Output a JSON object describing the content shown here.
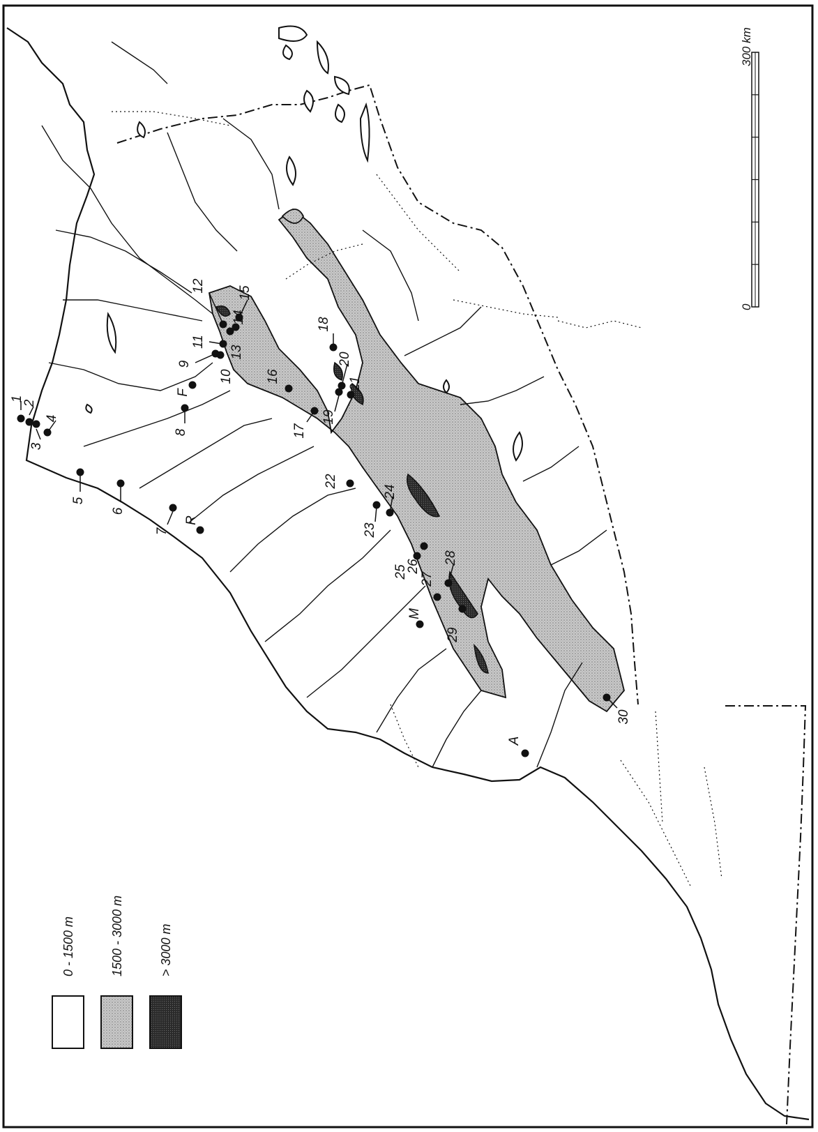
{
  "legend": {
    "items": [
      {
        "label": "0 - 1500 m",
        "fill": "lowland"
      },
      {
        "label": "1500 - 3000 m",
        "fill": "highland"
      },
      {
        "label": "> 3000 m",
        "fill": "peak"
      }
    ]
  },
  "scale_bar": {
    "zero_label": "0",
    "max_label": "300 km"
  },
  "sites": [
    {
      "id": "1",
      "label": "1"
    },
    {
      "id": "2",
      "label": "2"
    },
    {
      "id": "3",
      "label": "3"
    },
    {
      "id": "4",
      "label": "4"
    },
    {
      "id": "5",
      "label": "5"
    },
    {
      "id": "6",
      "label": "6"
    },
    {
      "id": "7",
      "label": "7"
    },
    {
      "id": "R",
      "label": "R"
    },
    {
      "id": "8",
      "label": "8"
    },
    {
      "id": "F",
      "label": "F"
    },
    {
      "id": "9",
      "label": "9"
    },
    {
      "id": "10",
      "label": "10"
    },
    {
      "id": "11",
      "label": "11"
    },
    {
      "id": "12",
      "label": "12"
    },
    {
      "id": "13",
      "label": "13"
    },
    {
      "id": "14",
      "label": "14"
    },
    {
      "id": "15",
      "label": "15"
    },
    {
      "id": "16",
      "label": "16"
    },
    {
      "id": "17",
      "label": "17"
    },
    {
      "id": "18",
      "label": "18"
    },
    {
      "id": "19",
      "label": "19"
    },
    {
      "id": "20",
      "label": "20"
    },
    {
      "id": "21",
      "label": "21"
    },
    {
      "id": "22",
      "label": "22"
    },
    {
      "id": "23",
      "label": "23"
    },
    {
      "id": "24",
      "label": "24"
    },
    {
      "id": "25",
      "label": "25"
    },
    {
      "id": "26",
      "label": "26"
    },
    {
      "id": "27",
      "label": "27"
    },
    {
      "id": "28",
      "label": "28"
    },
    {
      "id": "29",
      "label": "29"
    },
    {
      "id": "M",
      "label": "M"
    },
    {
      "id": "30",
      "label": "30"
    },
    {
      "id": "A",
      "label": "A"
    }
  ],
  "colors": {
    "ink": "#111111",
    "paper": "#ffffff",
    "highland": "#bdbdbd",
    "peak": "#2a2a2a"
  }
}
